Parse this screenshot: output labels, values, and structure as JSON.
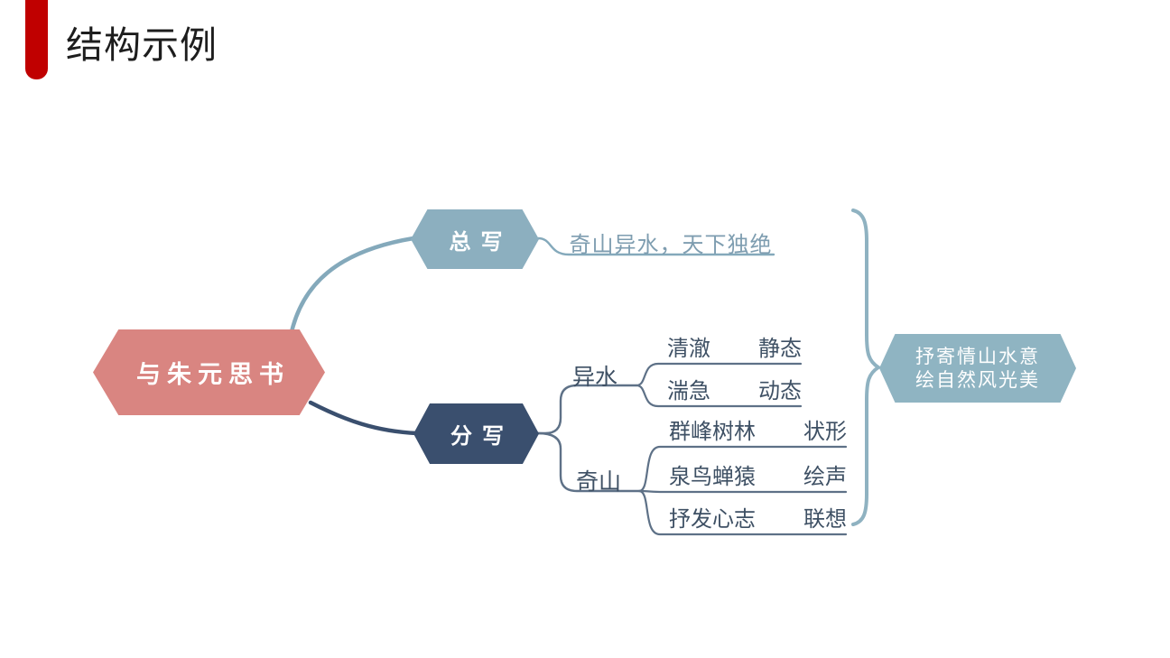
{
  "title": "结构示例",
  "colors": {
    "accent": "#c00000",
    "root_fill": "#d98581",
    "overview_fill": "#8cafbf",
    "detail_fill": "#3a4f6e",
    "summary_fill": "#8fb4c2",
    "branch_line": "#5e7187",
    "light_line": "#84a9bb",
    "brace": "#8fb2c1",
    "note_text": "#7e9db0",
    "leaf_text": "#3e5064",
    "title_text": "#1d1d1d"
  },
  "mindmap": {
    "root": {
      "label": "与朱元思书"
    },
    "overview": {
      "label": "总写",
      "note": "奇山异水，天下独绝"
    },
    "detail": {
      "label": "分写"
    },
    "water": {
      "label": "异水",
      "items": [
        {
          "feature": "清澈",
          "mode": "静态"
        },
        {
          "feature": "湍急",
          "mode": "动态"
        }
      ]
    },
    "mountain": {
      "label": "奇山",
      "items": [
        {
          "feature": "群峰树林",
          "mode": "状形"
        },
        {
          "feature": "泉鸟蝉猿",
          "mode": "绘声"
        },
        {
          "feature": "抒发心志",
          "mode": "联想"
        }
      ]
    },
    "summary": {
      "line1": "抒寄情山水意",
      "line2": "绘自然风光美"
    }
  }
}
